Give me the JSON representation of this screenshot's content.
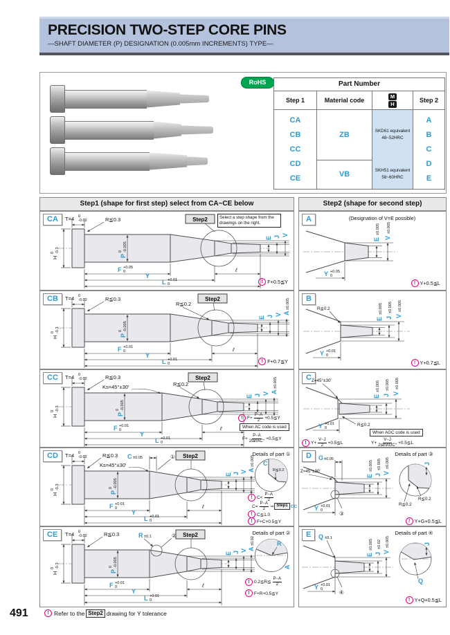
{
  "header": {
    "title": "PRECISION TWO-STEP CORE PINS",
    "subtitle": "—SHAFT DIAMETER (P) DESIGNATION (0.005mm INCREMENTS) TYPE—"
  },
  "part_table": {
    "rohs": "RoHS",
    "title": "Part Number",
    "col_step1": "Step 1",
    "col_material": "Material code",
    "col_step2": "Step 2",
    "mh_m": "M",
    "mh_h": "H",
    "step1_codes": [
      "CA",
      "CB",
      "CC",
      "CD",
      "CE"
    ],
    "zb": "ZB",
    "vb": "VB",
    "zb_desc1": "SKD61 equivalent",
    "zb_desc2": "48~52HRC",
    "vb_desc1": "SKH51 equivalent",
    "vb_desc2": "58~60HRC",
    "step2_codes": [
      "A",
      "B",
      "C",
      "D",
      "E"
    ],
    "accent_blue": "#2d9bd5",
    "cell_blue": "#cfe1f2",
    "rohs_green": "#00a551"
  },
  "sections": {
    "step1": "Step1 (shape for first step) select from CA~CE below",
    "step2": "Step2 (shape for second step)"
  },
  "footer": {
    "pre": "Refer to the",
    "chip": "Step2",
    "post": "drawing for Y tolerance",
    "page": "491"
  },
  "rows_left": [
    {
      "code": "CA",
      "t": "T=4",
      "t1": "0",
      "t2": "-0.02",
      "r1": "R≦0.3",
      "h": "H",
      "h1": "0",
      "h2": "-0.3",
      "p": "P",
      "p1": "0",
      "p2": "-0.005",
      "f": "F",
      "f1": "+0.05",
      "f2": "0",
      "y": "Y",
      "l": "L",
      "l1": "+0.01",
      "l2": "0",
      "ell": "ℓ",
      "e": "E",
      "j": "J",
      "v": "V",
      "chip": "Step2",
      "select_note": "Select a step shape from the drawings on the right.",
      "note": "F+0.5≦Y"
    },
    {
      "code": "CB",
      "t": "T=4",
      "t1": "0",
      "t2": "-0.02",
      "r1": "R≦0.3",
      "r2": "R≦0.2",
      "h": "H",
      "h1": "0",
      "h2": "-0.3",
      "p": "P",
      "p1": "0",
      "p2": "-0.005",
      "f": "F",
      "f1": "+0.01",
      "f2": "0",
      "y": "Y",
      "l": "L",
      "l1": "+0.01",
      "l2": "0",
      "ell": "ℓ",
      "e": "E",
      "j": "J",
      "v": "V",
      "a": "A",
      "atol": "±0.005",
      "chip": "Step2",
      "note": "F+0.7≦Y"
    },
    {
      "code": "CC",
      "t": "T=4",
      "t1": "0",
      "t2": "-0.02",
      "r1": "R≦0.3",
      "r2": "R≦0.2",
      "ks": "Ks=45°±30′",
      "h": "H",
      "h1": "0",
      "h2": "-0.3",
      "p": "P",
      "p1": "0",
      "p2": "-0.005",
      "f": "F",
      "f1": "+0.01",
      "f2": "0",
      "y": "Y",
      "l": "L",
      "l1": "+0.01",
      "l2": "0",
      "ell": "ℓ",
      "e": "E",
      "j": "J",
      "v": "V",
      "a": "A",
      "atol": "±0.005",
      "chip": "Step2",
      "n1pre": "F+",
      "n1nu": "P−A",
      "n1de": "2",
      "n1post": "+0.5≦Y",
      "acbox": "When AC code is used",
      "n2pre": "F+",
      "n2nu": "P−A",
      "n2de": "2tanAC°",
      "n2post": "+0.5≦Y"
    },
    {
      "code": "CD",
      "t": "T=4",
      "t1": "0",
      "t2": "-0.02",
      "r1": "R≦0.3",
      "ks": "Ks=45°±30′",
      "c": "C",
      "ctol": "±0.05",
      "circ": "①",
      "h": "H",
      "h1": "0",
      "h2": "-0.3",
      "p": "P",
      "p1": "0",
      "p2": "-0.005",
      "f": "F",
      "f1": "+0.01",
      "f2": "0",
      "y": "Y",
      "l": "L",
      "l1": "+0.01",
      "l2": "0",
      "ell": "ℓ",
      "e": "E",
      "j": "J",
      "v": "V",
      "a": "A",
      "atol": "±0.005",
      "chip": "Step2",
      "details": "Details of part ①",
      "detc": "C",
      "detr": "R≦0.2",
      "n1pre": "C<",
      "n1nu": "P−A",
      "n1de": "2",
      "n2pre": "C=",
      "n2nu": "P−A",
      "n2de": "2",
      "n2arrow": "⇒",
      "n2chip": "Step1",
      "n2cc": "CC",
      "n3": "C≦1.0",
      "n4": "F+C+0.5≦Y"
    },
    {
      "code": "CE",
      "t": "T=4",
      "t1": "0",
      "t2": "-0.02",
      "r1": "R≦0.3",
      "rr": "R",
      "rrtol": "±0.1",
      "circ": "②",
      "h": "H",
      "h1": "0",
      "h2": "-0.3",
      "p": "P",
      "p1": "0",
      "p2": "-0.005",
      "f": "F",
      "f1": "+0.01",
      "f2": "0",
      "y": "Y",
      "l": "L",
      "l1": "+0.01",
      "l2": "0",
      "ell": "ℓ",
      "e": "E",
      "j": "J",
      "v": "V",
      "a": "A",
      "atol": "±0.02",
      "chip": "Step2",
      "details": "Details of part ②",
      "detr": "R",
      "deta": "A",
      "n1pre": "0.2≦R≦",
      "n1nu": "P−A",
      "n1de": "2",
      "n2": "F+R+0.5≦Y"
    }
  ],
  "rows_right": [
    {
      "code": "A",
      "title": "(Designation of V=E possible)",
      "e": "E",
      "etol": "±0.005",
      "v": "V",
      "vtol": "±0.005",
      "y": "Y",
      "y1": "+0.05",
      "y2": "0",
      "note": "Y+0.5≦L"
    },
    {
      "code": "B",
      "r": "R≦0.2",
      "e": "E",
      "etol": "±0.005",
      "j": "J",
      "jtol": "±0.005",
      "v": "V",
      "vtol": "±0.005",
      "y": "Y",
      "y1": "+0.01",
      "y2": "0",
      "note": "Y+0.7≦L"
    },
    {
      "code": "C",
      "z": "Z=45°±30′",
      "r": "R≦0.2",
      "e": "E",
      "etol": "±0.005",
      "j": "J",
      "jtol": "±0.005",
      "v": "V",
      "vtol": "±0.005",
      "y": "Y",
      "y1": "+0.01",
      "y2": "0",
      "agcbox": "When AGC code is used",
      "n1pre": "Y+",
      "n1nu": "V−J",
      "n1de": "2",
      "n1post": "+0.5≦L",
      "n2pre": "Y+",
      "n2nu": "V−J",
      "n2de": "2tanAGC°",
      "n2post": "+0.5≦L"
    },
    {
      "code": "D",
      "g": "G",
      "gtol": "±0.05",
      "z": "Z=45°±30′",
      "e": "E",
      "etol": "±0.005",
      "j": "J",
      "jtol": "±0.005",
      "v": "V",
      "vtol": "±0.005",
      "y": "Y",
      "y1": "+0.01",
      "y2": "0",
      "circ": "③",
      "details": "Details of part ③",
      "detj": "J",
      "detr1": "R≦0.2",
      "detr2": "R≦0.2",
      "note": "Y+G+0.5≦L"
    },
    {
      "code": "E",
      "q": "Q",
      "qtol": "±0.1",
      "e": "E",
      "etol": "±0.005",
      "j": "J",
      "jtol": "±0.02",
      "v": "V",
      "vtol": "±0.005",
      "y": "Y",
      "y1": "+0.01",
      "y2": "0",
      "circ": "④",
      "details": "Details of part ④",
      "detj": "J",
      "detq": "Q",
      "note": "Y+Q+0.5≦L"
    }
  ]
}
